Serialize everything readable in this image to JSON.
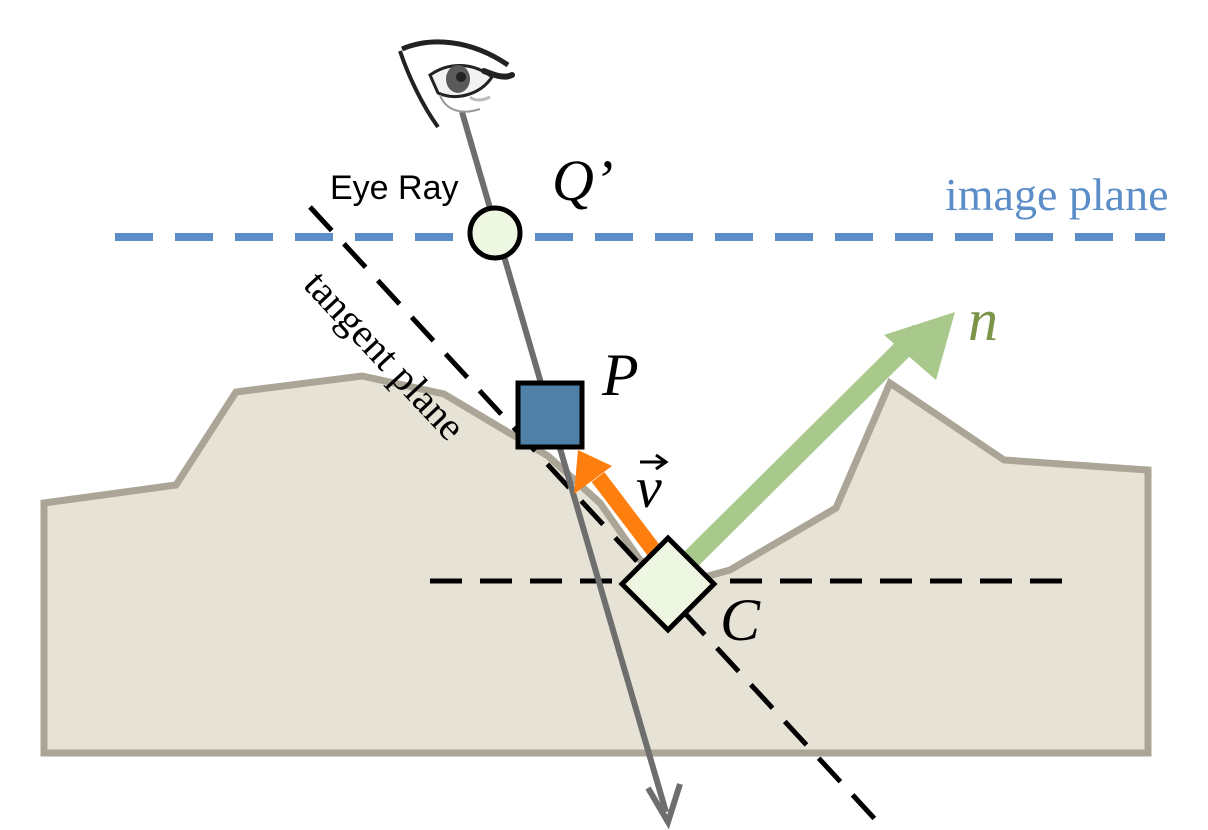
{
  "labels": {
    "eye_ray": "Eye Ray",
    "q_prime": "Q’",
    "image_plane": "image plane",
    "tangent_plane": "tangent plane",
    "p": "P",
    "v": "v",
    "n": "n",
    "c": "C"
  },
  "colors": {
    "background": "#ffffff",
    "terrain_fill": "#e6e2d6",
    "terrain_stroke": "#aaa596",
    "image_plane": "#5b8ec9",
    "image_plane_text": "#5b8ec9",
    "eye_ray": "#6e6e6e",
    "dashed_black": "#000000",
    "normal_arrow": "#a9c98c",
    "normal_text": "#7a9448",
    "vector_arrow": "#ff7f0e",
    "point_p_fill": "#4f81a8",
    "point_c_fill": "#eef7e2",
    "point_q_fill": "#eef7e2"
  },
  "icons": {
    "eye": "eye-icon"
  }
}
